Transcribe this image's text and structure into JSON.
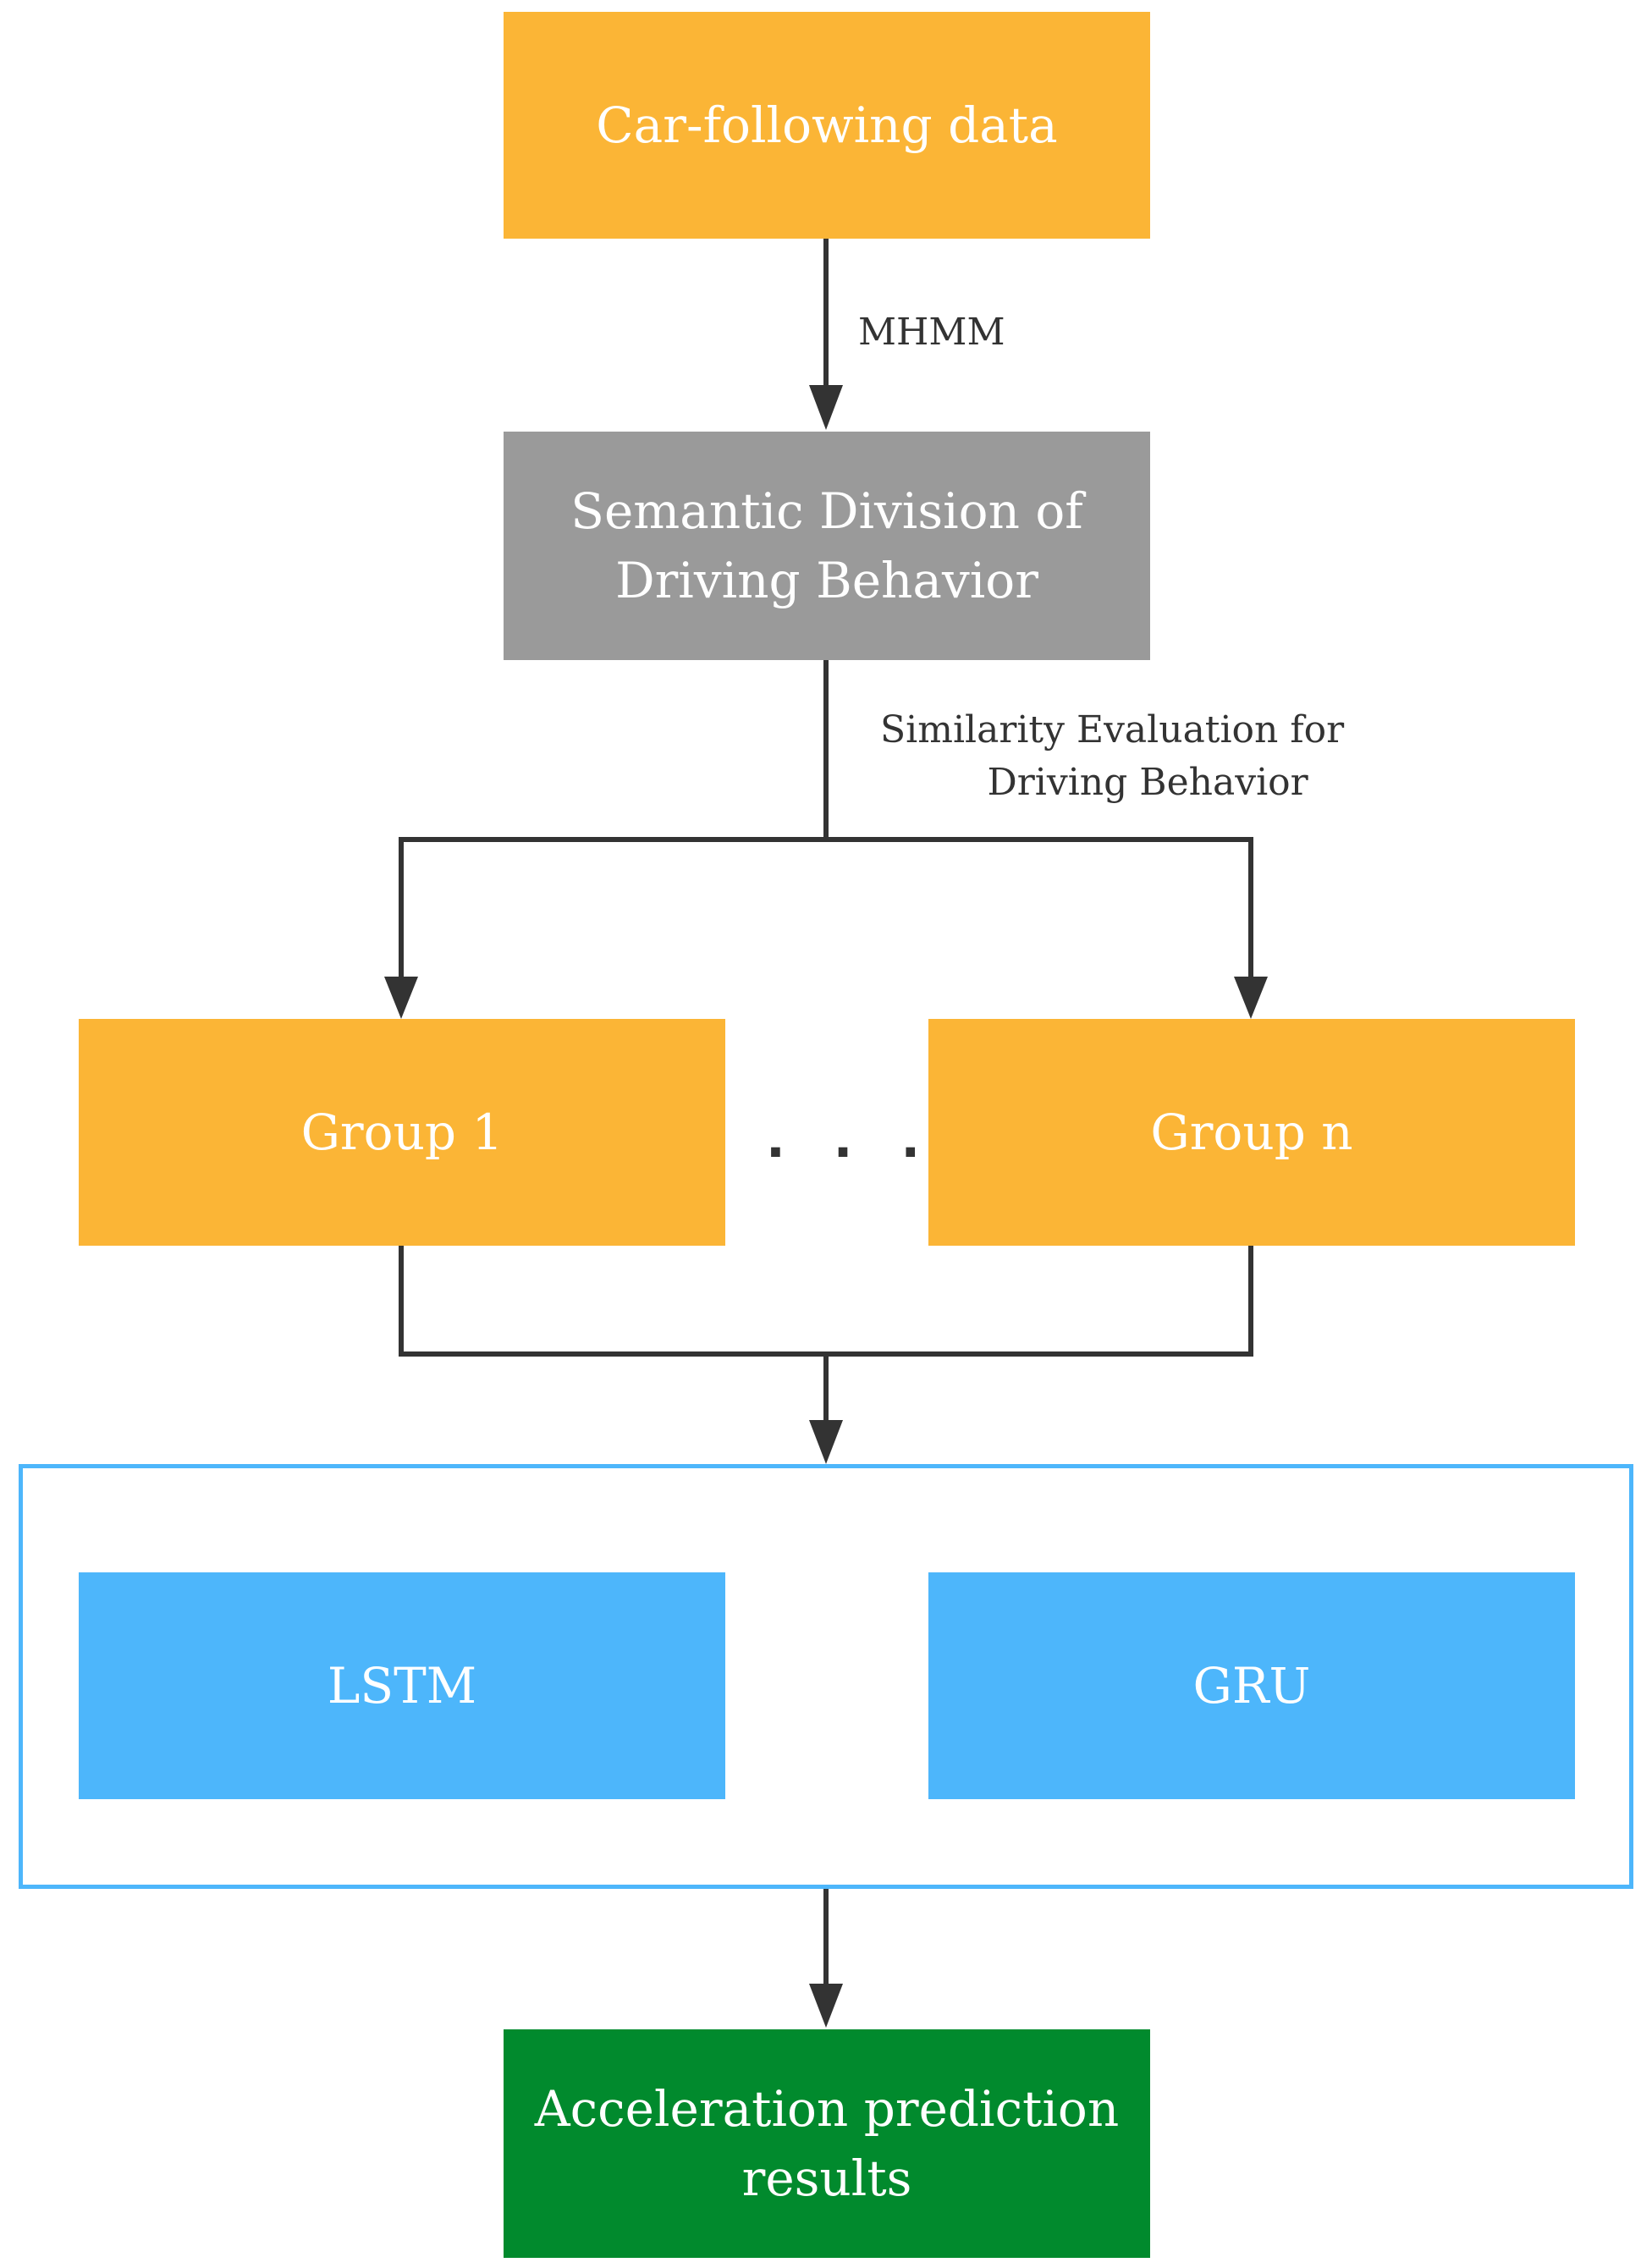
{
  "nodes": {
    "car_following_data": "Car-following data",
    "semantic_division": [
      "Semantic Division of",
      "Driving Behavior"
    ],
    "group_1": "Group 1",
    "group_n": "Group n",
    "ellipsis": ". . .",
    "lstm": "LSTM",
    "gru": "GRU",
    "acceleration_prediction": [
      "Acceleration prediction",
      "results"
    ]
  },
  "edges": {
    "mhmm": "MHMM",
    "similarity_evaluation": [
      "Similarity Evaluation for",
      "Driving Behavior"
    ]
  },
  "colors": {
    "orange": "#fbb536",
    "gray": "#9a9a9a",
    "blue": "#4db6fb",
    "green": "#018a2d",
    "connector": "#333333"
  }
}
